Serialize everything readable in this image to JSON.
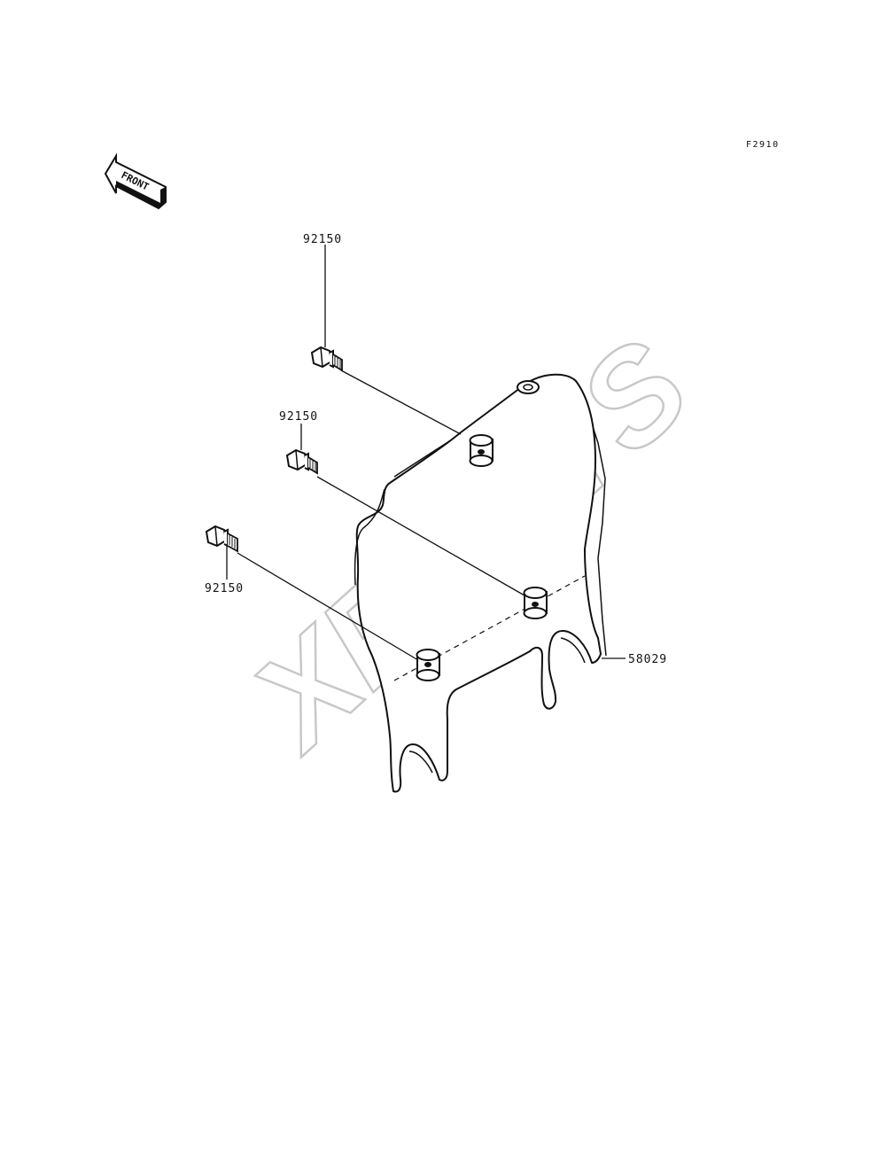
{
  "figure_code": "F2910",
  "front_arrow_text": "FRONT",
  "watermark_text": "XPARTS",
  "callouts": {
    "bolt_top": "92150",
    "bolt_middle": "92150",
    "bolt_lower": "92150",
    "guard": "58029"
  }
}
